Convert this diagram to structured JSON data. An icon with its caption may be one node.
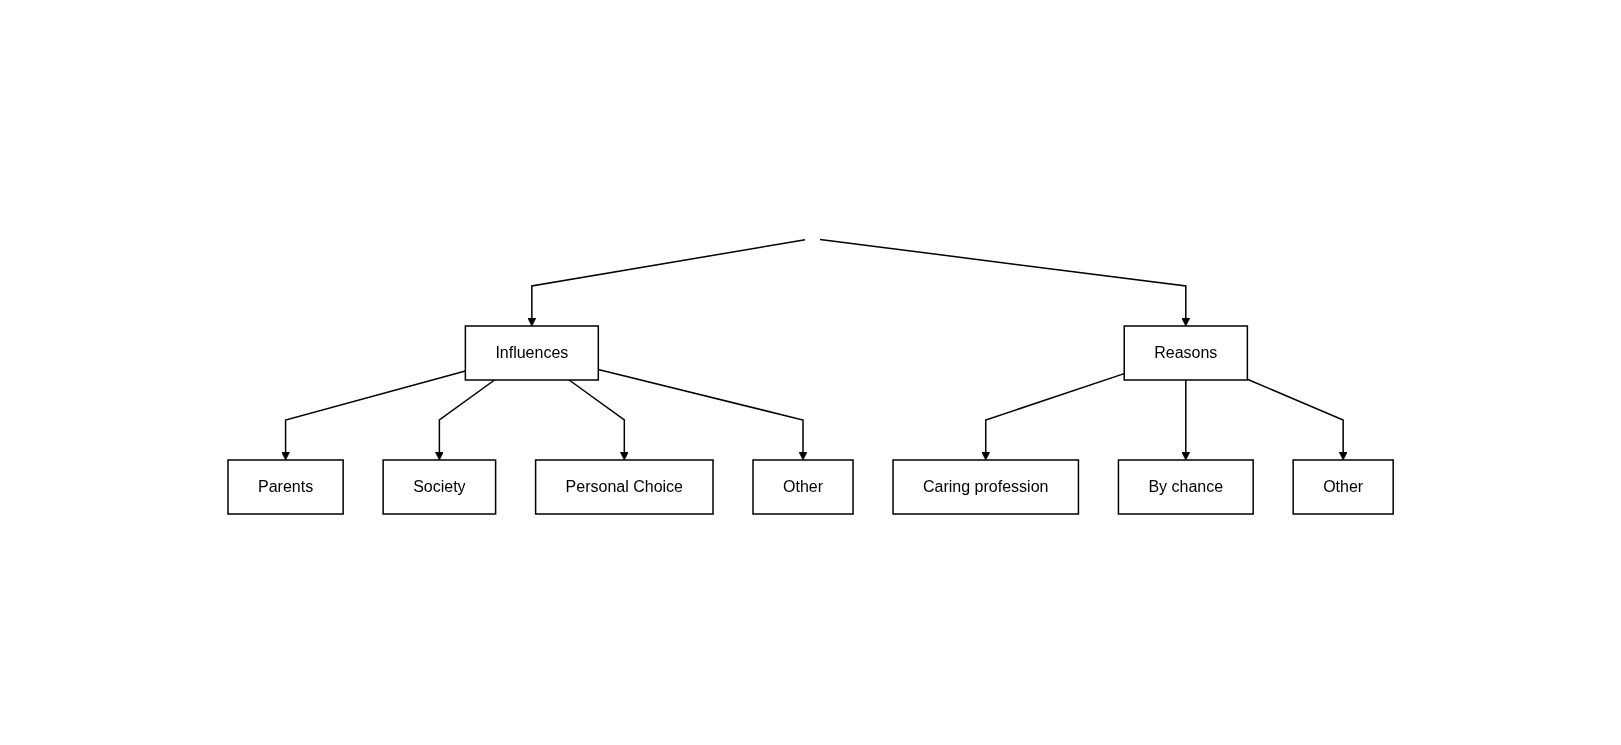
{
  "diagram": {
    "nodes": [
      {
        "text": [
          "Influences"
        ]
      },
      {
        "text": [
          "Parents"
        ]
      },
      {
        "text": [
          "Society"
        ]
      },
      {
        "text": [
          "Personal Choice"
        ]
      },
      {
        "text": [
          "Other"
        ]
      },
      {
        "text": [
          "Reasons"
        ]
      },
      {
        "text": [
          "Caring profession"
        ]
      },
      {
        "text": [
          "By chance"
        ]
      },
      {
        "text": [
          "Other"
        ]
      }
    ],
    "edges": [
      {
        "from": null,
        "to": 0,
        "arrow": "to"
      },
      {
        "from": null,
        "to": 5,
        "arrow": "to"
      },
      {
        "from": 0,
        "to": 1,
        "arrow": "to"
      },
      {
        "from": 0,
        "to": 2,
        "arrow": "to"
      },
      {
        "from": 0,
        "to": 3,
        "arrow": "to"
      },
      {
        "from": 0,
        "to": 4,
        "arrow": "to"
      },
      {
        "from": 5,
        "to": 6,
        "arrow": "to"
      },
      {
        "from": 5,
        "to": 7,
        "arrow": "to"
      },
      {
        "from": 5,
        "to": 8,
        "arrow": "to"
      }
    ]
  }
}
